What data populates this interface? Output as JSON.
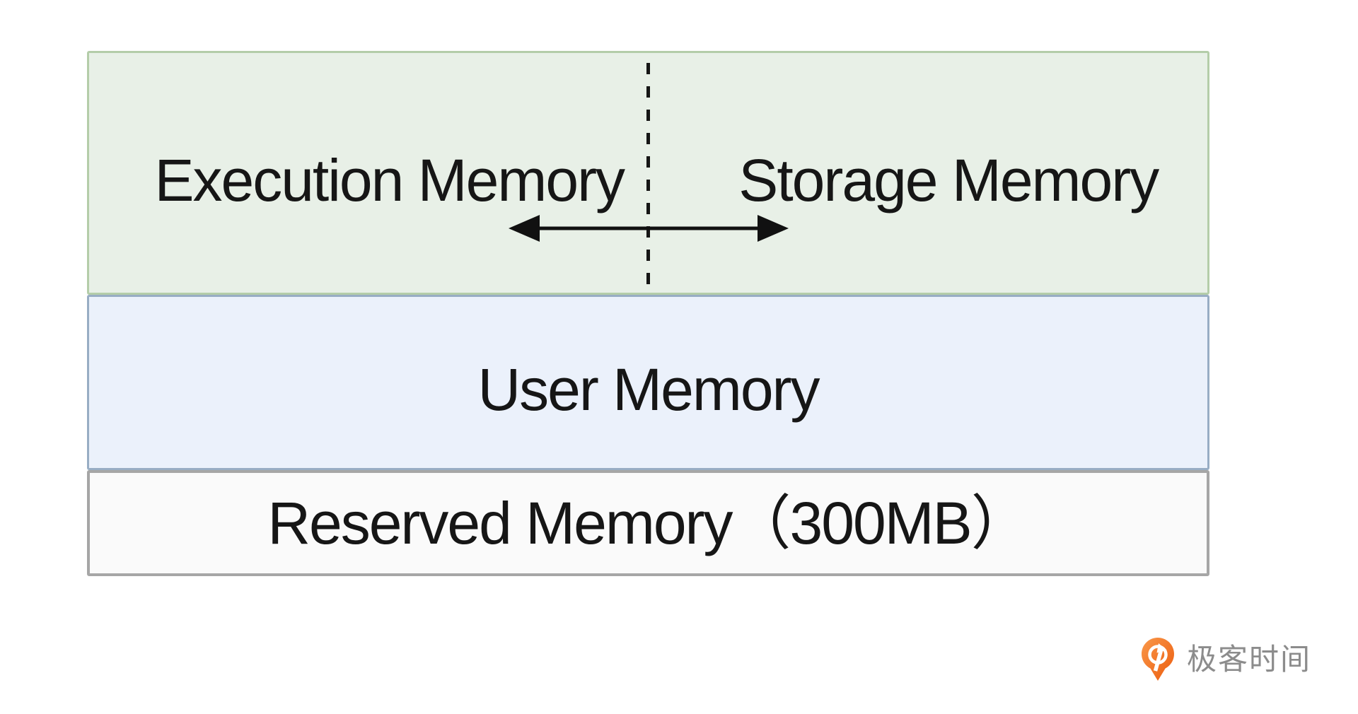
{
  "diagram": {
    "type": "memory-layout",
    "unified_region": {
      "execution_label": "Execution Memory",
      "storage_label": "Storage Memory",
      "fill": "#e8f0e7",
      "border": "#b4cda9",
      "divider": "vertical-dashed-line",
      "arrow": "two-way-horizontal-arrow",
      "arrow_color": "#111111"
    },
    "user_region": {
      "label": "User Memory",
      "fill": "#ebf1fb",
      "border": "#98adc4"
    },
    "reserved_region": {
      "label": "Reserved Memory（300MB）",
      "fill": "#fafafa",
      "border": "#a6a6a6"
    },
    "text_color": "#161616"
  },
  "logo": {
    "text": "极客时间",
    "icon": "geektime-pin-icon",
    "icon_color": "#ee6a1d",
    "text_color": "#8c8c8c"
  }
}
